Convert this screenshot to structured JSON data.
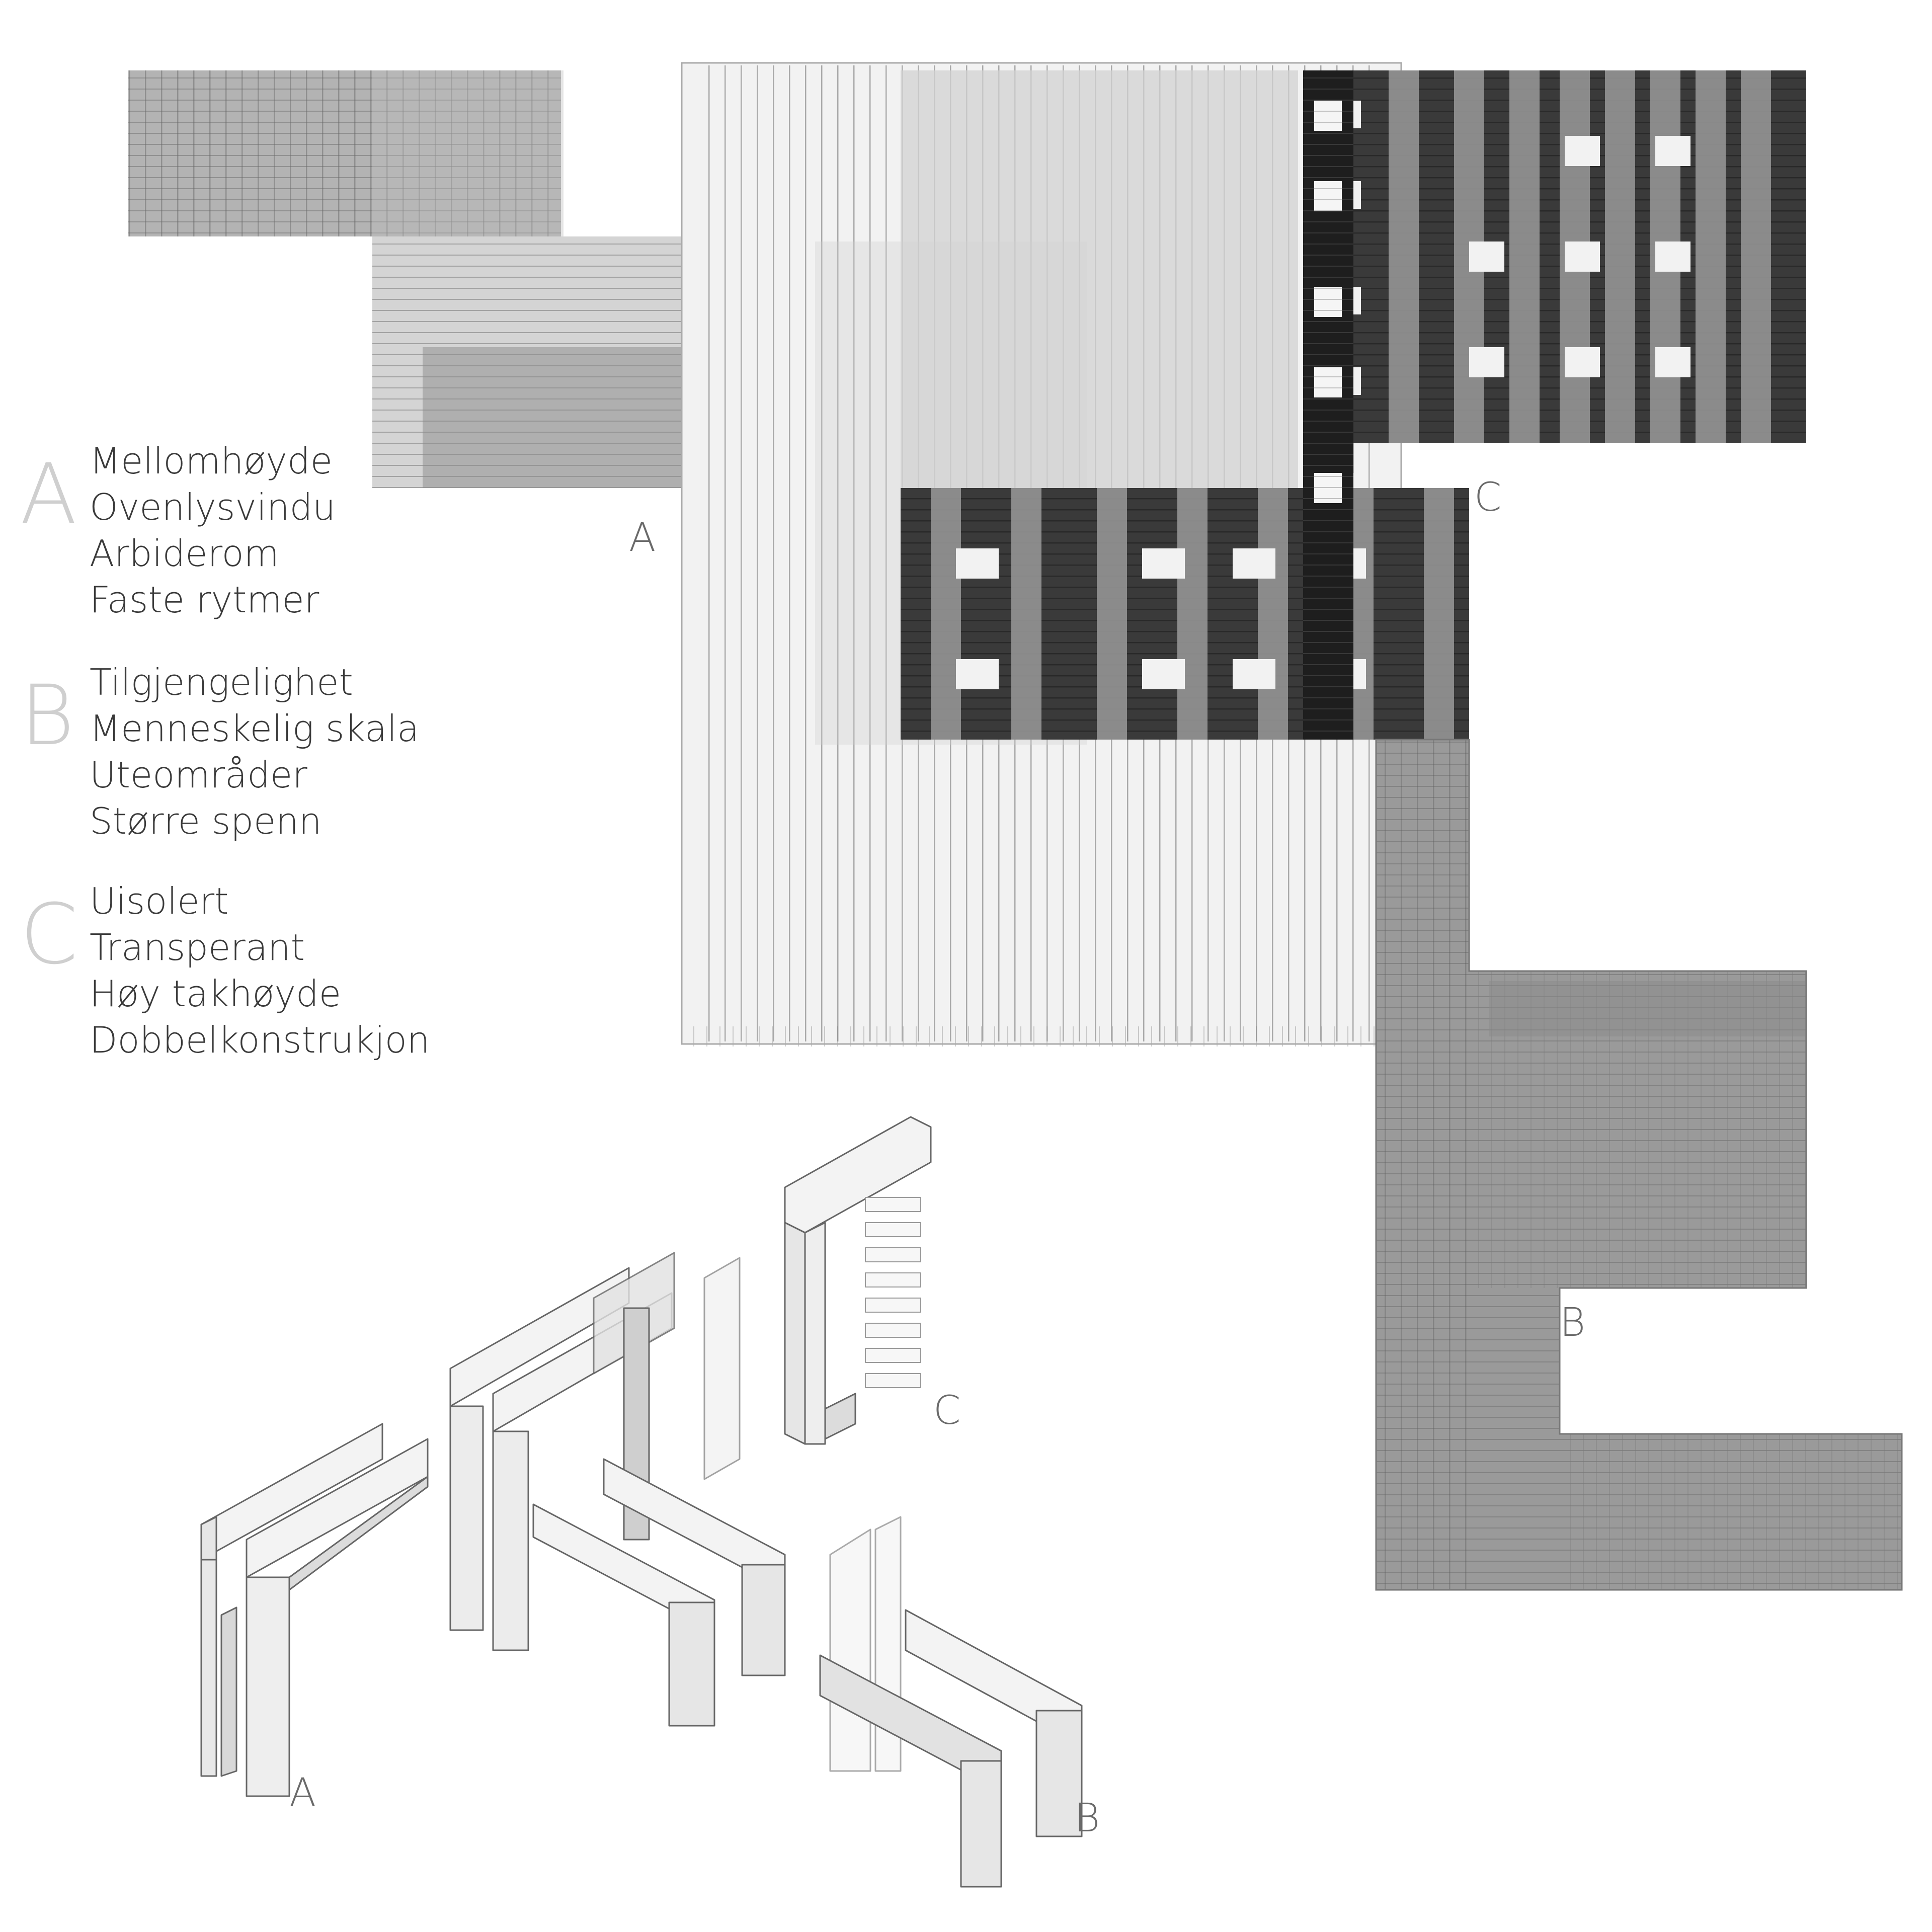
{
  "legend": [
    {
      "letter": "A",
      "items": [
        "Mellomhøyde",
        "Ovenlysvindu",
        "Arbiderom",
        "Faste rytmer"
      ]
    },
    {
      "letter": "B",
      "items": [
        "Tilgjengelighet",
        "Menneskelig skala",
        "Uteområder",
        "Større spenn"
      ]
    },
    {
      "letter": "C",
      "items": [
        "Uisolert",
        "Transperant",
        "Høy takhøyde",
        "Dobbelkonstrukjon"
      ]
    }
  ],
  "plan_labels": {
    "a": "A",
    "b": "B",
    "c": "C"
  },
  "axo_labels": {
    "a": "A",
    "b": "B",
    "c": "C"
  },
  "colors": {
    "zone_a": "#8c8c8c",
    "zone_b": "#7a7a7a",
    "zone_c": "#2e2e2e",
    "linework": "#555555"
  }
}
